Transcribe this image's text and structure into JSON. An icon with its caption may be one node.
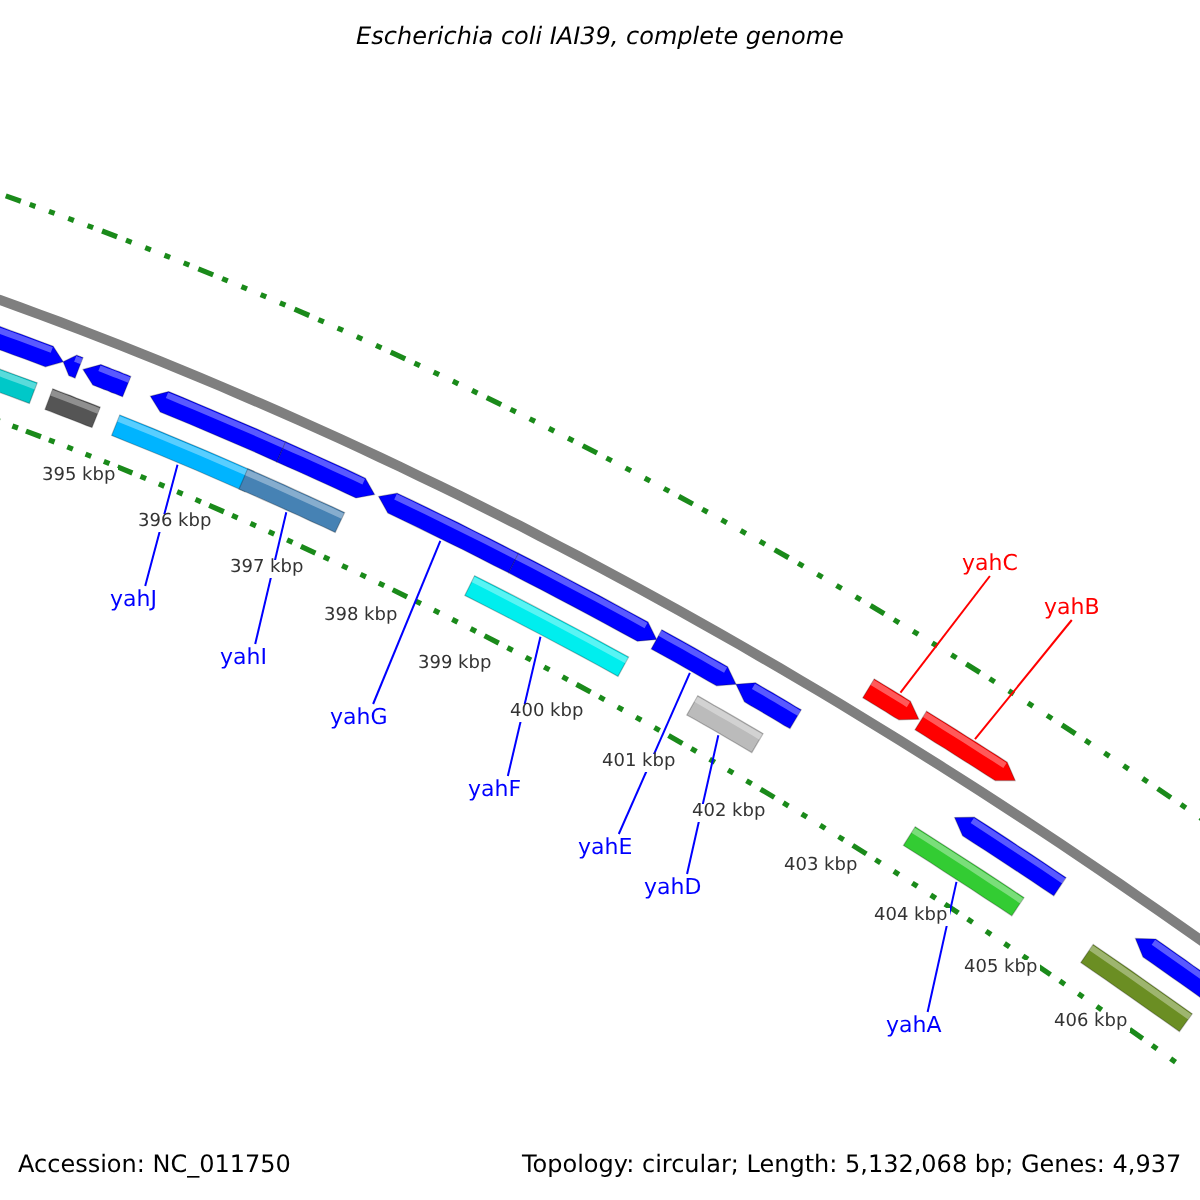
{
  "diagram": {
    "title": "Escherichia coli IAI39, complete genome",
    "nodes": [
      {
        "text": [
          "yahJ"
        ]
      },
      {
        "text": [
          "yahI"
        ]
      },
      {
        "text": [
          "yahG"
        ]
      },
      {
        "text": [
          "yahF"
        ]
      },
      {
        "text": [
          "yahE"
        ]
      },
      {
        "text": [
          "yahD"
        ]
      },
      {
        "text": [
          "yahA"
        ]
      },
      {
        "text": [
          "yahC"
        ]
      },
      {
        "text": [
          "yahB"
        ]
      },
      {
        "text": [],
        "shape": "bar"
      },
      {
        "text": [],
        "shape": "bar"
      },
      {
        "text": [],
        "shape": "bar"
      },
      {
        "text": [],
        "shape": "bar"
      },
      {
        "text": [],
        "shape": "bar"
      },
      {
        "text": [],
        "shape": "bar"
      },
      {
        "text": [],
        "shape": "bar"
      },
      {
        "text": [],
        "shape": "bar"
      },
      {
        "text": [],
        "shape": "bar"
      },
      {
        "text": [],
        "shape": "bar"
      },
      {
        "text": [],
        "shape": "bar"
      },
      {
        "text": [],
        "shape": "bar"
      },
      {
        "text": [],
        "shape": "bar"
      },
      {
        "text": [],
        "shape": "bar"
      },
      {
        "text": [],
        "shape": "bar"
      },
      {
        "text": [],
        "shape": "bar"
      },
      {
        "text": [],
        "shape": "bar"
      },
      {
        "text": [],
        "shape": "bar"
      },
      {
        "text": [],
        "shape": "bar"
      },
      {
        "text": [],
        "shape": "bar"
      },
      {
        "text": [],
        "shape": "bar"
      }
    ],
    "edges": [
      {
        "from": 0,
        "to": 14,
        "arrow": "none"
      },
      {
        "from": 1,
        "to": 16,
        "arrow": "none"
      },
      {
        "from": 2,
        "to": 18,
        "arrow": "none"
      },
      {
        "from": 3,
        "to": 19,
        "arrow": "none"
      },
      {
        "from": 4,
        "to": 21,
        "arrow": "none"
      },
      {
        "from": 5,
        "to": 22,
        "arrow": "none"
      },
      {
        "from": 6,
        "to": 26,
        "arrow": "none"
      },
      {
        "from": 7,
        "to": 24,
        "arrow": "none",
        "color": "#ff0000"
      },
      {
        "from": 8,
        "to": 25,
        "arrow": "none",
        "color": "#ff0000"
      }
    ],
    "labels": [
      "395 kbp",
      "396 kbp",
      "397 kbp",
      "398 kbp",
      "399 kbp",
      "400 kbp",
      "401 kbp",
      "402 kbp",
      "403 kbp",
      "404 kbp",
      "405 kbp",
      "406 kbp",
      "Accession: NC_011750",
      "Topology: circular; Length: 5,132,068 bp; Genes: 4,937"
    ]
  }
}
